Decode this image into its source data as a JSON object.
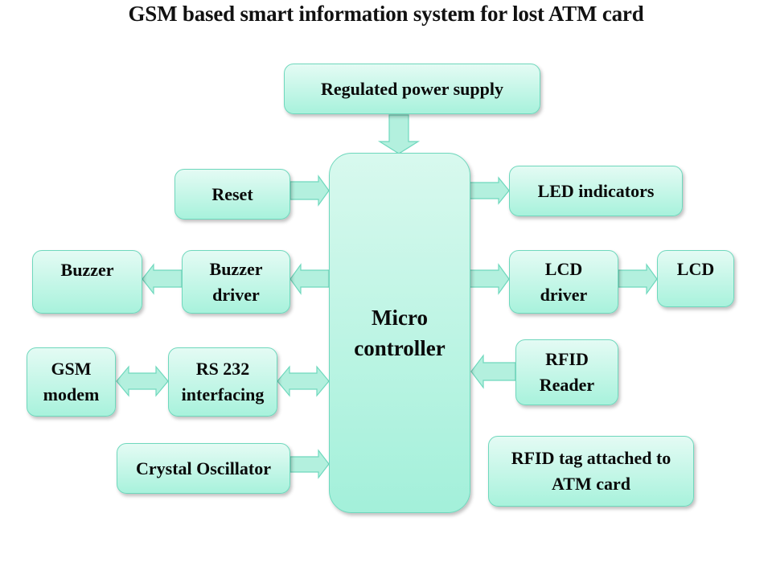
{
  "title": "GSM based smart information system for lost ATM card",
  "blocks": {
    "power_supply": "Regulated power supply",
    "reset": "Reset",
    "microcontroller": [
      "Micro",
      "controller"
    ],
    "led_indicators": "LED indicators",
    "buzzer": "Buzzer",
    "buzzer_driver": [
      "Buzzer",
      "driver"
    ],
    "lcd_driver": [
      "LCD",
      "driver"
    ],
    "lcd": "LCD",
    "gsm_modem": [
      "GSM",
      "modem"
    ],
    "rs232": [
      "RS 232",
      "interfacing"
    ],
    "rfid_reader": [
      "RFID",
      "Reader"
    ],
    "crystal_oscillator": "Crystal Oscillator",
    "rfid_tag": [
      "RFID tag attached to",
      "ATM card"
    ]
  },
  "connections": [
    {
      "from": "Regulated power supply",
      "to": "Micro controller",
      "direction": "one-way"
    },
    {
      "from": "Reset",
      "to": "Micro controller",
      "direction": "one-way"
    },
    {
      "from": "Micro controller",
      "to": "LED indicators",
      "direction": "one-way"
    },
    {
      "from": "Micro controller",
      "to": "Buzzer driver",
      "direction": "one-way"
    },
    {
      "from": "Buzzer driver",
      "to": "Buzzer",
      "direction": "one-way"
    },
    {
      "from": "Micro controller",
      "to": "LCD driver",
      "direction": "one-way"
    },
    {
      "from": "LCD driver",
      "to": "LCD",
      "direction": "one-way"
    },
    {
      "from": "GSM modem",
      "to": "RS 232 interfacing",
      "direction": "two-way"
    },
    {
      "from": "RS 232 interfacing",
      "to": "Micro controller",
      "direction": "two-way"
    },
    {
      "from": "RFID Reader",
      "to": "Micro controller",
      "direction": "one-way"
    },
    {
      "from": "Crystal Oscillator",
      "to": "Micro controller",
      "direction": "one-way"
    }
  ],
  "colors": {
    "box_fill": "#a8f2dc",
    "box_border": "#6fd8bd",
    "text": "#0a0a0a"
  }
}
